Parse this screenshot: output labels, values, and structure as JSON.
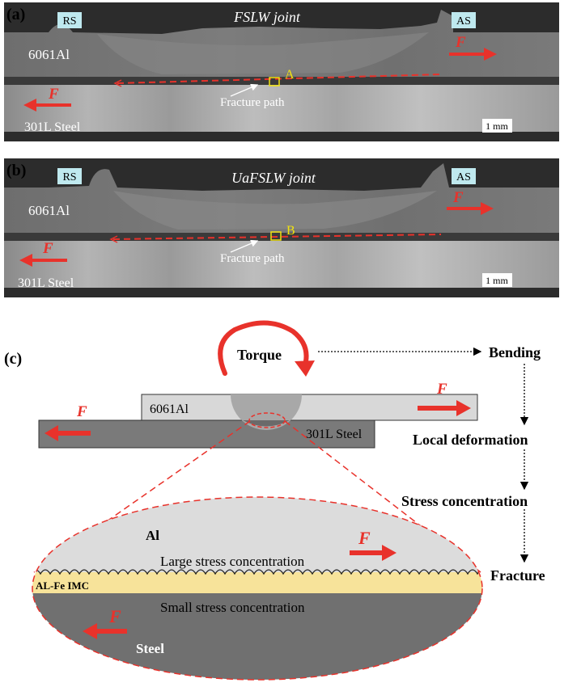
{
  "panel_a": {
    "label": "(a)",
    "title": "FSLW joint",
    "rs": "RS",
    "as": "AS",
    "al": "6061Al",
    "steel": "301L Steel",
    "force": "F",
    "marker": "A",
    "fracture": "Fracture path",
    "scale": "1 mm"
  },
  "panel_b": {
    "label": "(b)",
    "title": "UaFSLW joint",
    "rs": "RS",
    "as": "AS",
    "al": "6061Al",
    "steel": "301L Steel",
    "force": "F",
    "marker": "B",
    "fracture": "Fracture path",
    "scale": "1 mm"
  },
  "panel_c": {
    "label": "(c)",
    "torque": "Torque",
    "al_plate": "6061Al",
    "steel_plate": "301L Steel",
    "force": "F",
    "al": "Al",
    "large_stress": "Large stress concentration",
    "imc": "AL-Fe IMC",
    "small_stress": "Small stress concentration",
    "steel": "Steel",
    "flow": [
      "Bending",
      "Local deformation",
      "Stress concentration",
      "Fracture"
    ]
  },
  "colors": {
    "arrow_red": "#e8322b",
    "rs_as_box": "#bfe9ef",
    "imc_yellow": "#f7e39a",
    "marker_yellow": "#f2e30f"
  }
}
